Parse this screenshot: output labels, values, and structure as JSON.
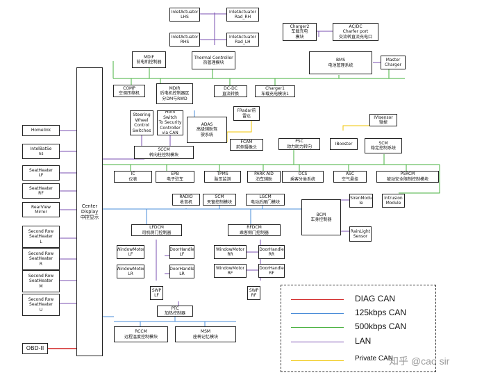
{
  "colors": {
    "diag": "#d02020",
    "c125": "#4a8cd8",
    "c500": "#46b03c",
    "lan": "#7a4fb0",
    "private": "#f0c400",
    "black": "#111111"
  },
  "nodes": {
    "inlet_lhs": {
      "l1": "InletActuator",
      "l2": "LHS"
    },
    "inlet_rad_rh": {
      "l1": "InletActuator",
      "l2": "Rad_RH"
    },
    "inlet_rhs": {
      "l1": "InletActuator",
      "l2": "RHS"
    },
    "inlet_rad_lh": {
      "l1": "InletActuator",
      "l2": "Rad_LH"
    },
    "charger2": {
      "l1": "Charger2",
      "l2": "车载充电\n模块"
    },
    "acdc": {
      "l1": "AC/DC",
      "l2": "Charfer port\n交流转直流充电口"
    },
    "mdif": {
      "l1": "MDIF",
      "l2": "前电机控制器"
    },
    "thermal": {
      "l1": "Thermal Controller",
      "l2": "热管理模块"
    },
    "bms": {
      "l1": "BMS",
      "l2": "电池管理系统"
    },
    "master_charger": {
      "l1": "Master",
      "l2": "Charger"
    },
    "comp": {
      "l1": "COMP",
      "l2": "空调压缩机"
    },
    "mdir": {
      "l1": "MDIR",
      "l2": "后电机控制器区\n分DM与RWD"
    },
    "dcdc": {
      "l1": "DC-DC",
      "l2": "直流转换"
    },
    "charger1": {
      "l1": "Charger1",
      "l2": "车载充电模块1"
    },
    "steering": {
      "l1": "Steering\nWheel\nControl\nSwitches",
      "l2": ""
    },
    "horn": {
      "l1": "Horn Switch\nTo Security\nController\nvia CAN",
      "l2": ""
    },
    "adas": {
      "l1": "ADAS",
      "l2": "高级辅助驾\n驶系统"
    },
    "fradar": {
      "l1": "FRadar前",
      "l2": "雷达"
    },
    "ivi": {
      "l1": "IVIsensor",
      "l2": "微掉"
    },
    "homelink": {
      "l1": "Homelink",
      "l2": ""
    },
    "intelbat": {
      "l1": "IntelBatSe\nns",
      "l2": ""
    },
    "sccm": {
      "l1": "SCCM",
      "l2": "转向柱控制模块"
    },
    "fcam": {
      "l1": "FCAM",
      "l2": "前侧摄像头"
    },
    "psc": {
      "l1": "PSC",
      "l2": "动力助力转向"
    },
    "ibooster": {
      "l1": "IBooster",
      "l2": ""
    },
    "scm_top": {
      "l1": "SCM",
      "l2": "稳定控制系统"
    },
    "seat_lf": {
      "l1": "SeatHeater\nLF",
      "l2": ""
    },
    "ic": {
      "l1": "IC",
      "l2": "仪表"
    },
    "epb": {
      "l1": "EPB",
      "l2": "电子驻车"
    },
    "tpms": {
      "l1": "TPMS",
      "l2": "胎压监测"
    },
    "parkaid": {
      "l1": "PARK AID",
      "l2": "泊车辅助"
    },
    "ocs": {
      "l1": "OCS",
      "l2": "乘客分类系统"
    },
    "asc": {
      "l1": "ASC",
      "l2": "空气悬挂"
    },
    "psrcm": {
      "l1": "PSRCM",
      "l2": "被动安全限制控制模块"
    },
    "seat_rf": {
      "l1": "SeatHeater\nRF",
      "l2": ""
    },
    "radio": {
      "l1": "RADIO",
      "l2": "收音机"
    },
    "scm_mid": {
      "l1": "SCM",
      "l2": "天窗控制模块"
    },
    "lgcm": {
      "l1": "LGCM",
      "l2": "电动后尾门模块"
    },
    "siren": {
      "l1": "SirenModu\nle",
      "l2": ""
    },
    "intrusion": {
      "l1": "Intrusion\nModule",
      "l2": ""
    },
    "rearview": {
      "l1": "RearView\nMirror",
      "l2": ""
    },
    "center_display": {
      "l1": "Center Display",
      "l2": "中控显示"
    },
    "bcm": {
      "l1": "BCM",
      "l2": "车身控制器"
    },
    "seat2_l": {
      "l1": "Second Row\nSeatHeater\nL",
      "l2": ""
    },
    "lfdcm": {
      "l1": "LFDCM",
      "l2": "司机侧门控制器"
    },
    "rfdcm": {
      "l1": "RFDCM",
      "l2": "乘客侧门控制器"
    },
    "rainlight": {
      "l1": "RainLight\nSensor",
      "l2": ""
    },
    "seat2_r": {
      "l1": "Second Row\nSeatHeater\nR",
      "l2": ""
    },
    "wm_lf": {
      "l1": "WindowMotor\nLF",
      "l2": ""
    },
    "dh_lf": {
      "l1": "DoorHandle\nLF",
      "l2": ""
    },
    "wm_rr": {
      "l1": "WindowMotor\nRR",
      "l2": ""
    },
    "dh_rr": {
      "l1": "DoorHandle\nRR",
      "l2": ""
    },
    "seat2_m": {
      "l1": "Second Row\nSeatHeater\nM",
      "l2": ""
    },
    "wm_lr": {
      "l1": "WindowMotor\nLR",
      "l2": ""
    },
    "dh_lr": {
      "l1": "DoorHandle\nLR",
      "l2": ""
    },
    "wm_rf": {
      "l1": "WindowMotor\nRF",
      "l2": ""
    },
    "dh_rf": {
      "l1": "DoorHandle\nRF",
      "l2": ""
    },
    "swp_lf": {
      "l1": "SWP\nLF",
      "l2": ""
    },
    "swp_rf": {
      "l1": "SWP\nRF",
      "l2": ""
    },
    "seat2_u": {
      "l1": "Second Row\nSeatHeater\nU",
      "l2": ""
    },
    "ptc": {
      "l1": "PTC",
      "l2": "加热控制器"
    },
    "rccm": {
      "l1": "RCCM",
      "l2": "远程温度控制模块"
    },
    "msm": {
      "l1": "MSM",
      "l2": "座椅记忆模块"
    },
    "obd": {
      "l1": "OBD-II",
      "l2": ""
    }
  },
  "legend": [
    {
      "label": "DIAG CAN",
      "color": "#d02020"
    },
    {
      "label": "125kbps CAN",
      "color": "#4a8cd8"
    },
    {
      "label": "500kbps CAN",
      "color": "#46b03c"
    },
    {
      "label": "LAN",
      "color": "#7a4fb0"
    },
    {
      "label": "Private CAN",
      "color": "#f0c400"
    }
  ],
  "watermark": "知乎 @cao sir"
}
